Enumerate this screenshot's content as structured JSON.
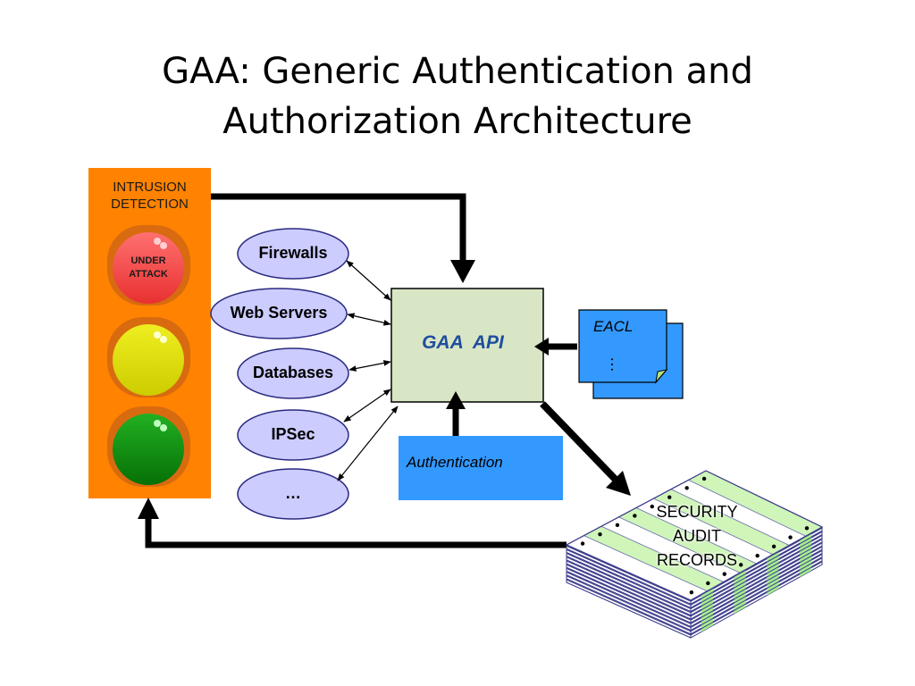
{
  "title": {
    "line1": "GAA: Generic Authentication and",
    "line2": "Authorization Architecture"
  },
  "traffic_light": {
    "label_line1": "INTRUSION",
    "label_line2": "DETECTION",
    "red_label_line1": "UNDER",
    "red_label_line2": "ATTACK",
    "colors": {
      "panel": "#FF8200",
      "red": "#F24A4A",
      "yellow": "#DDDD00",
      "green": "#0A9B0A"
    }
  },
  "services": [
    "Firewalls",
    "Web Servers",
    "Databases",
    "IPSec",
    "…"
  ],
  "gaa_api": {
    "label": "GAA  API",
    "fill": "#D8E6C6"
  },
  "eacl": {
    "label": "EACL",
    "dots": "…"
  },
  "authentication": {
    "label": "Authentication",
    "fill": "#3399FF"
  },
  "audit": {
    "line1": "SECURITY",
    "line2": "AUDIT",
    "line3": "RECORDS"
  },
  "colors": {
    "ellipse_fill": "#CCCCFF",
    "ellipse_stroke": "#2A2A80",
    "eacl_fill": "#3399FF"
  }
}
